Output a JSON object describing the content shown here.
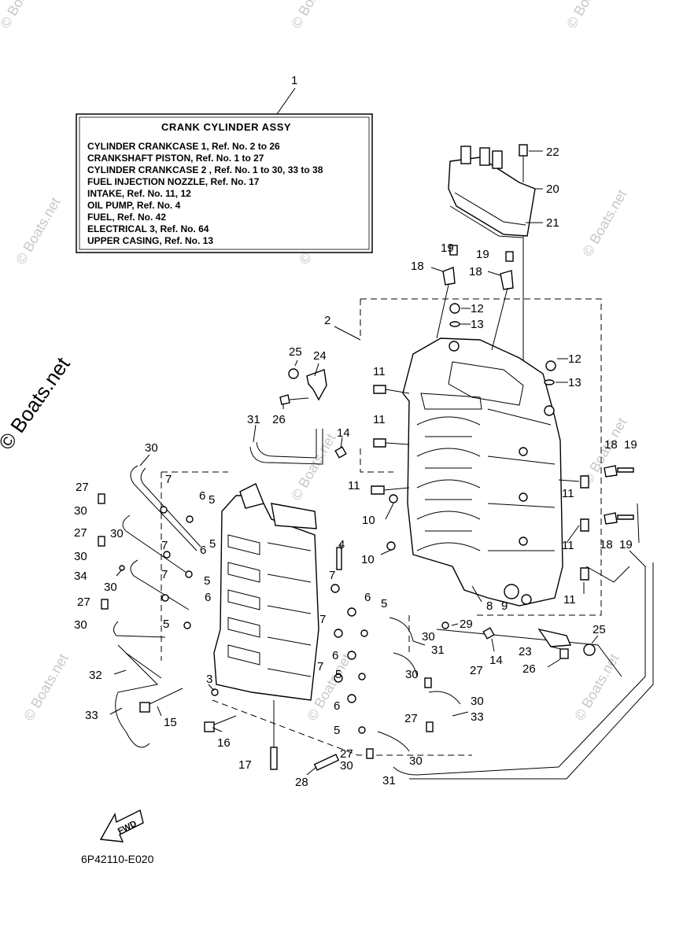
{
  "box": {
    "title": "CRANK CYLINDER ASSY",
    "lines": [
      "CYLINDER CRANKCASE 1,  Ref. No. 2 to 26",
      "CRANKSHAFT PISTON,  Ref. No. 1 to 27",
      "CYLINDER CRANKCASE 2 ,  Ref. No. 1 to 30, 33 to 38",
      "FUEL INJECTION NOZZLE,  Ref. No. 17",
      "INTAKE,  Ref. No. 11, 12",
      "OIL PUMP,  Ref. No. 4",
      "FUEL,  Ref. No. 42",
      "ELECTRICAL 3,  Ref. No. 64",
      "UPPER CASING,  Ref. No. 13"
    ]
  },
  "callouts": {
    "c1": "1",
    "c2": "2",
    "c3": "3",
    "c4": "4",
    "c5": "5",
    "c6": "6",
    "c7": "7",
    "c8": "8",
    "c9": "9",
    "c10": "10",
    "c11": "11",
    "c12": "12",
    "c13": "13",
    "c14": "14",
    "c15": "15",
    "c16": "16",
    "c17": "17",
    "c18": "18",
    "c19": "19",
    "c20": "20",
    "c21": "21",
    "c22": "22",
    "c23": "23",
    "c24": "24",
    "c25": "25",
    "c26": "26",
    "c27": "27",
    "c28": "28",
    "c29": "29",
    "c30": "30",
    "c31": "31",
    "c32": "32",
    "c33": "33",
    "c34": "34"
  },
  "fwd_label": "FWD",
  "diagram_code": "6P42110-E020",
  "watermark": "© Boats.net",
  "watermark_small": "© Boats.net"
}
